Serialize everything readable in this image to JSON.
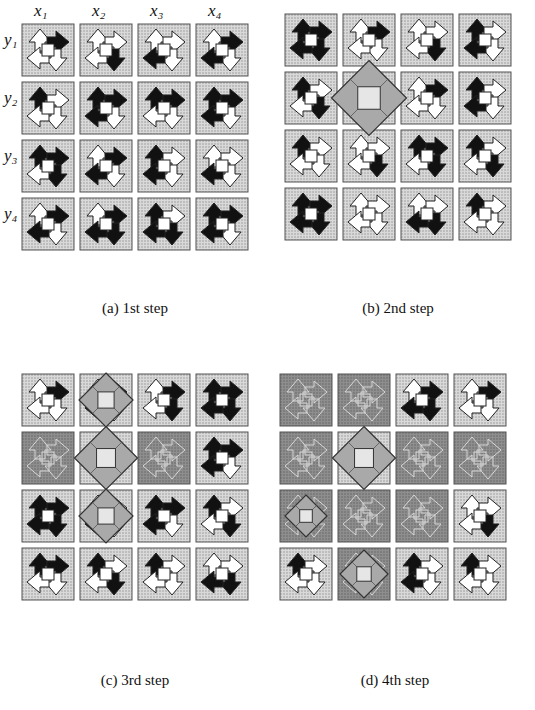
{
  "diagram": {
    "labels": [
      "x₁",
      "x₂",
      "x₃",
      "x₄",
      "y₁",
      "y₂",
      "y₃",
      "y₄",
      "(a) 1st step",
      "(b) 2nd step",
      "(c) 3rd step",
      "(d) 4th step"
    ]
  }
}
